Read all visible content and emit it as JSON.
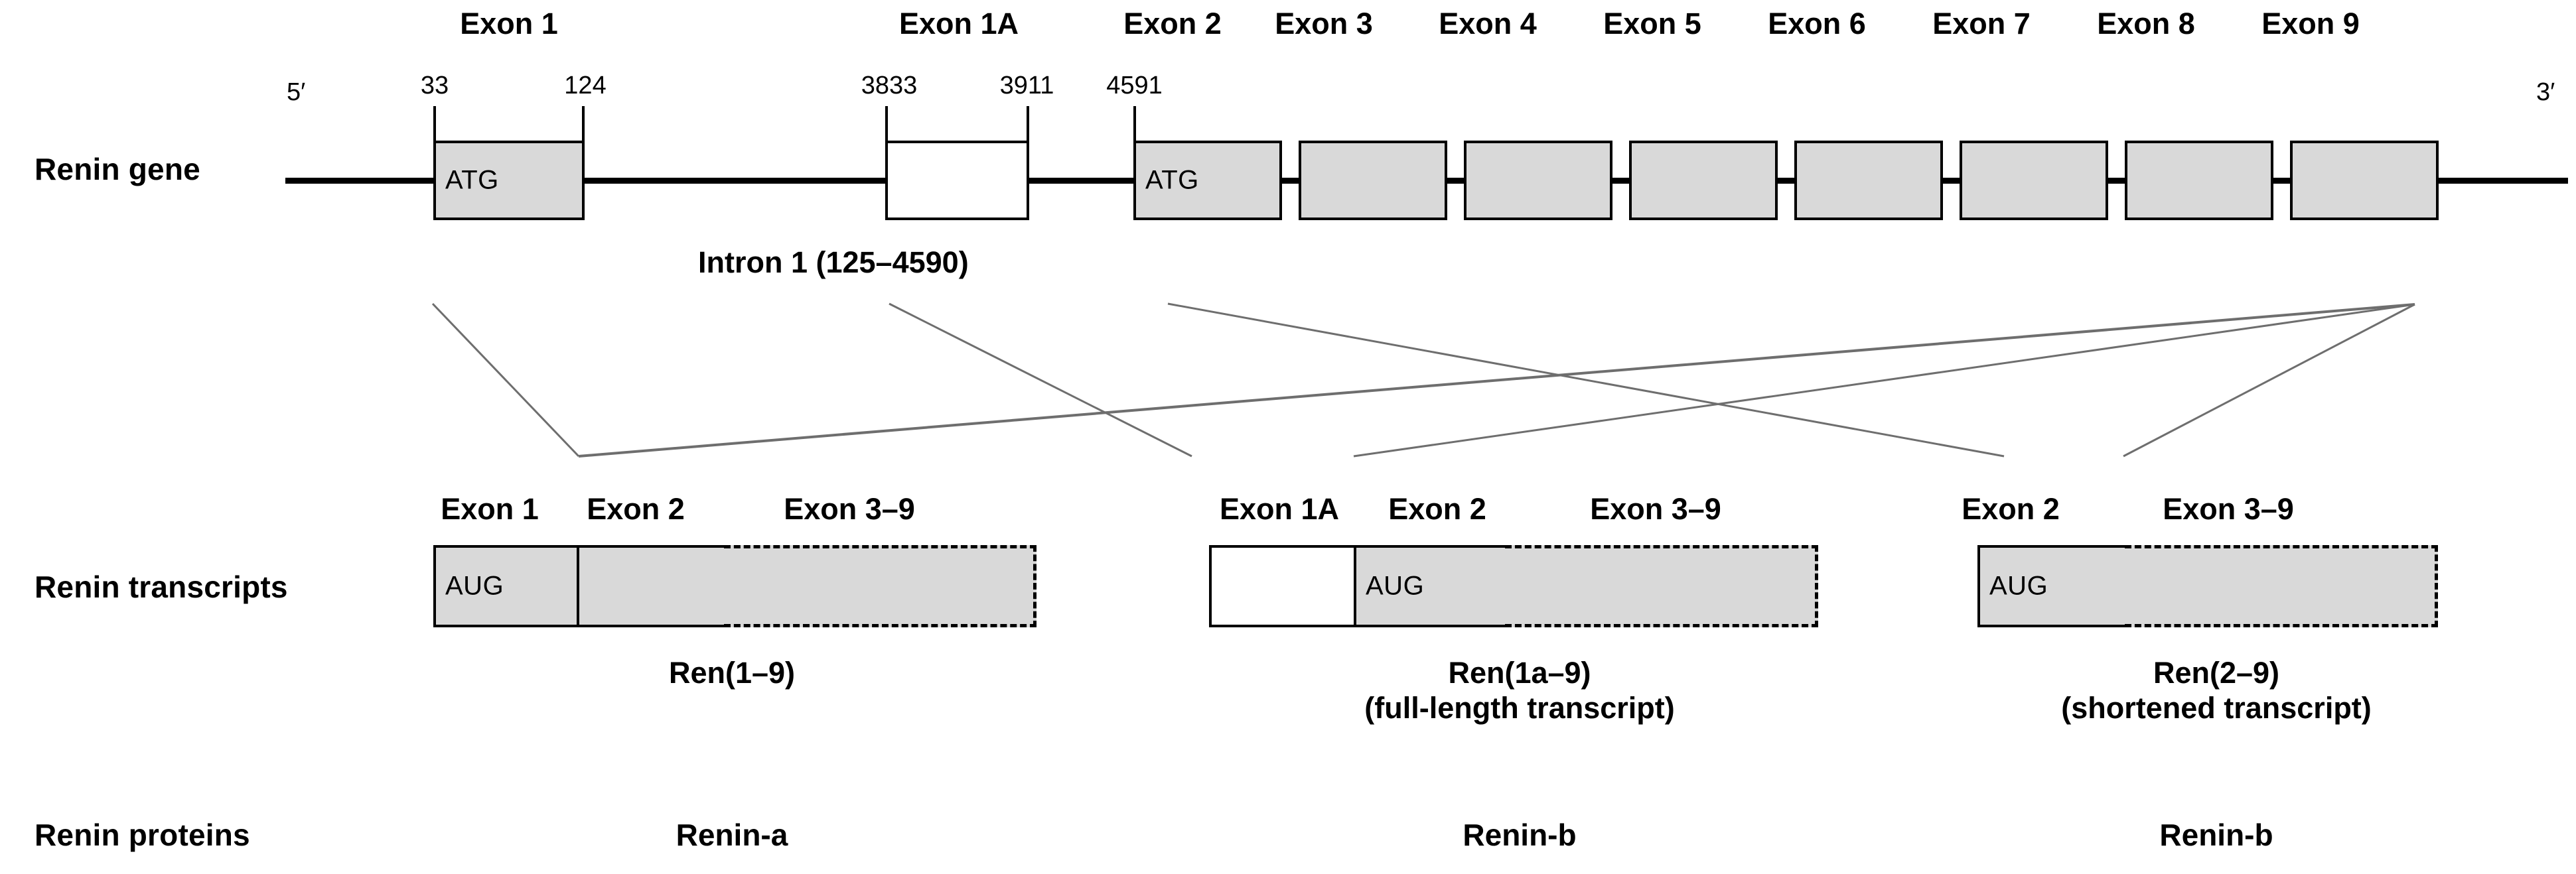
{
  "rows": {
    "gene_label": "Renin gene",
    "transcripts_label": "Renin transcripts",
    "proteins_label": "Renin proteins"
  },
  "gene": {
    "five_prime": "5′",
    "three_prime": "3′",
    "intron_caption": "Intron 1 (125–4590)",
    "exons": [
      {
        "name": "Exon 1",
        "label": "Exon 1",
        "start": "33",
        "end": "124",
        "fill": "grey",
        "codon": "ATG"
      },
      {
        "name": "Exon 1A",
        "label": "Exon 1A",
        "start": "3833",
        "end": "3911",
        "fill": "white",
        "codon": ""
      },
      {
        "name": "Exon 2",
        "label": "Exon 2",
        "start": "4591",
        "end": "",
        "fill": "grey",
        "codon": "ATG"
      },
      {
        "name": "Exon 3",
        "label": "Exon 3",
        "start": "",
        "end": "",
        "fill": "grey",
        "codon": ""
      },
      {
        "name": "Exon 4",
        "label": "Exon 4",
        "start": "",
        "end": "",
        "fill": "grey",
        "codon": ""
      },
      {
        "name": "Exon 5",
        "label": "Exon 5",
        "start": "",
        "end": "",
        "fill": "grey",
        "codon": ""
      },
      {
        "name": "Exon 6",
        "label": "Exon 6",
        "start": "",
        "end": "",
        "fill": "grey",
        "codon": ""
      },
      {
        "name": "Exon 7",
        "label": "Exon 7",
        "start": "",
        "end": "",
        "fill": "grey",
        "codon": ""
      },
      {
        "name": "Exon 8",
        "label": "Exon 8",
        "start": "",
        "end": "",
        "fill": "grey",
        "codon": ""
      },
      {
        "name": "Exon 9",
        "label": "Exon 9",
        "start": "",
        "end": "",
        "fill": "grey",
        "codon": ""
      }
    ]
  },
  "transcripts": [
    {
      "id": "ren-1-9",
      "segment_labels": [
        "Exon 1",
        "Exon 2",
        "Exon 3–9"
      ],
      "codon": "AUG",
      "codon_segment": 0,
      "caption_line1": "Ren(1–9)",
      "caption_line2": "",
      "protein": "Renin-a"
    },
    {
      "id": "ren-1a-9",
      "segment_labels": [
        "Exon 1A",
        "Exon 2",
        "Exon 3–9"
      ],
      "codon": "AUG",
      "codon_segment": 1,
      "caption_line1": "Ren(1a–9)",
      "caption_line2": "(full-length transcript)",
      "protein": "Renin-b"
    },
    {
      "id": "ren-2-9",
      "segment_labels": [
        "Exon 2",
        "Exon 3–9"
      ],
      "codon": "AUG",
      "codon_segment": 0,
      "caption_line1": "Ren(2–9)",
      "caption_line2": "(shortened transcript)",
      "protein": "Renin-b"
    }
  ],
  "colors": {
    "exon_fill": "#d9d9d9",
    "exon_stroke": "#000000",
    "connector": "#6e6e6e",
    "background": "#ffffff"
  }
}
